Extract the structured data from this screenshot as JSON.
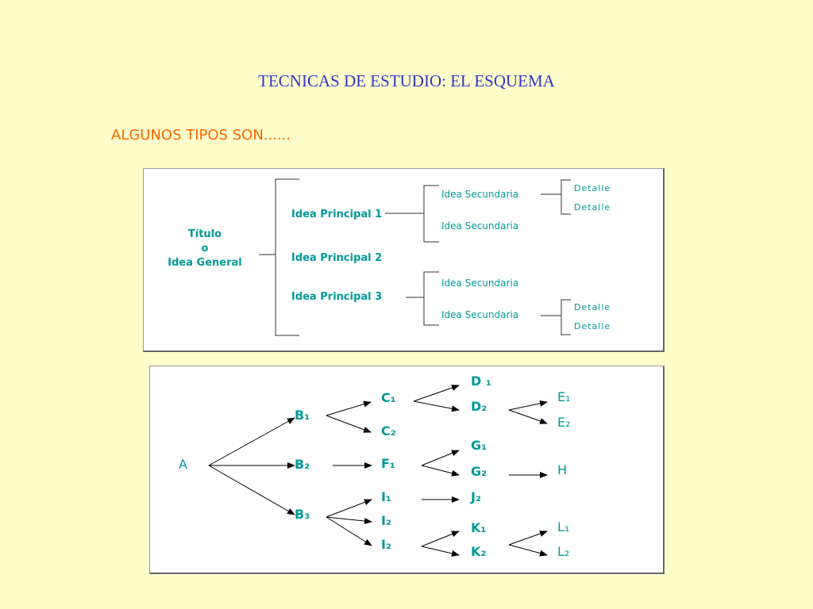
{
  "slide": {
    "title": "TECNICAS DE ESTUDIO: EL ESQUEMA",
    "subtitle": "ALGUNOS TIPOS SON......"
  },
  "colors": {
    "title": "#3333CC",
    "subtitle": "#FF6600",
    "diagram_text": "#009999",
    "background": "#FFFFCC"
  },
  "scheme_brackets": {
    "root_lines": [
      "Título",
      "o",
      "Idea General"
    ],
    "principal": [
      "Idea Principal 1",
      "Idea Principal 2",
      "Idea Principal 3"
    ],
    "secondary": [
      "Idea Secundaria",
      "Idea Secundaria",
      "Idea Secundaria",
      "Idea Secundaria"
    ],
    "details": [
      "Detalle",
      "Detalle",
      "Detalle",
      "Detalle"
    ]
  },
  "scheme_arrows": {
    "A": "A",
    "B": [
      "B₁",
      "B₂",
      "B₃"
    ],
    "C": [
      "C₁",
      "C₂"
    ],
    "D": [
      "D ₁",
      "D₂"
    ],
    "E": [
      "E₁",
      "E₂"
    ],
    "F": "F₁",
    "G": [
      "G₁",
      "G₂"
    ],
    "H": "H",
    "I": [
      "I₁",
      "I₂",
      "I₂"
    ],
    "J": "J₂",
    "K": [
      "K₁",
      "K₂"
    ],
    "L": [
      "L₁",
      "L₂"
    ]
  }
}
